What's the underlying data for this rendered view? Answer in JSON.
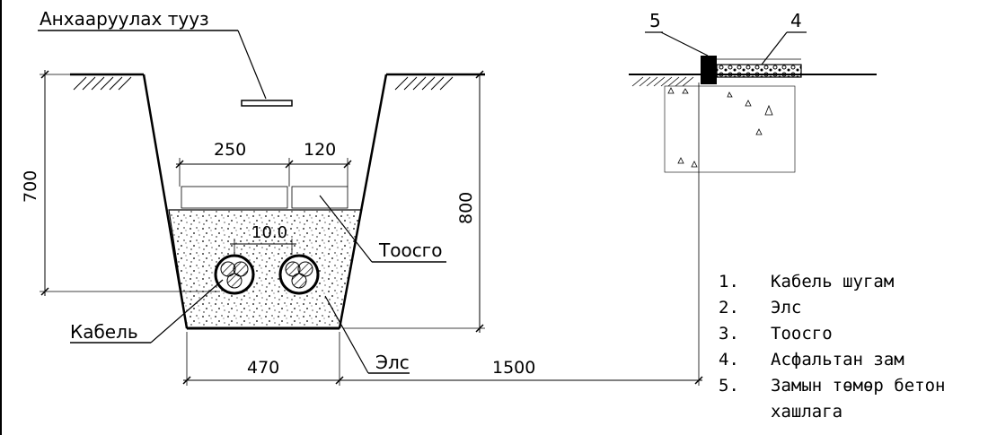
{
  "labels": {
    "warning_tape": "Анхааруулах тууз",
    "sand": "Тоосго",
    "cable": "Кабель",
    "els": "Элс",
    "marker_5": "5",
    "marker_4": "4"
  },
  "dimensions": {
    "d250": "250",
    "d120": "120",
    "d100": "10.0",
    "d700": "700",
    "d800": "800",
    "d470": "470",
    "d1500": "1500"
  },
  "legend": [
    {
      "num": "1.",
      "text": "Кабель шугам"
    },
    {
      "num": "2.",
      "text": "Элс"
    },
    {
      "num": "3.",
      "text": "Тоосго"
    },
    {
      "num": "4.",
      "text": "Асфальтан зам"
    },
    {
      "num": "5.",
      "text": "Замын төмөр бетон"
    },
    {
      "num": "",
      "text": "хашлага"
    }
  ]
}
